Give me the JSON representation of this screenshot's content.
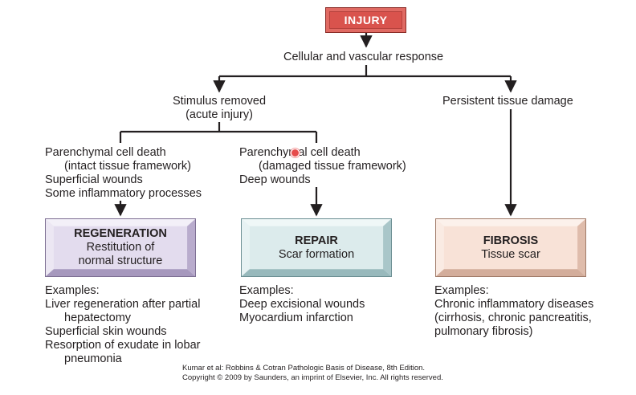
{
  "diagram": {
    "root": "INJURY",
    "response": "Cellular and vascular response",
    "left_branch": {
      "line1": "Stimulus removed",
      "line2": "(acute injury)"
    },
    "right_branch": "Persistent tissue damage",
    "regen_conditions": [
      "Parenchymal cell death",
      "(intact tissue framework)",
      "Superficial wounds",
      "Some inflammatory processes"
    ],
    "repair_conditions": [
      "Parenchymal cell death",
      "(damaged tissue framework)",
      "Deep wounds"
    ],
    "outcomes": {
      "regeneration": {
        "title": "REGENERATION",
        "line1": "Restitution of",
        "line2": "normal structure",
        "color": "#e3dcee"
      },
      "repair": {
        "title": "REPAIR",
        "line1": "Scar formation",
        "color": "#dcebec"
      },
      "fibrosis": {
        "title": "FIBROSIS",
        "line1": "Tissue scar",
        "color": "#f8e2d7"
      }
    },
    "examples": {
      "regeneration": [
        "Examples:",
        "Liver regeneration after partial",
        "hepatectomy",
        "Superficial skin wounds",
        "Resorption of exudate in lobar",
        "pneumonia"
      ],
      "repair": [
        "Examples:",
        "Deep excisional wounds",
        "Myocardium infarction"
      ],
      "fibrosis": [
        "Examples:",
        "Chronic inflammatory diseases",
        "(cirrhosis, chronic pancreatitis,",
        "pulmonary fibrosis)"
      ]
    },
    "source": {
      "line1": "Kumar et al: Robbins & Cotran Pathologic Basis of Disease, 8th Edition.",
      "line2": "Copyright © 2009 by Saunders, an imprint of Elsevier, Inc. All rights reserved."
    }
  }
}
